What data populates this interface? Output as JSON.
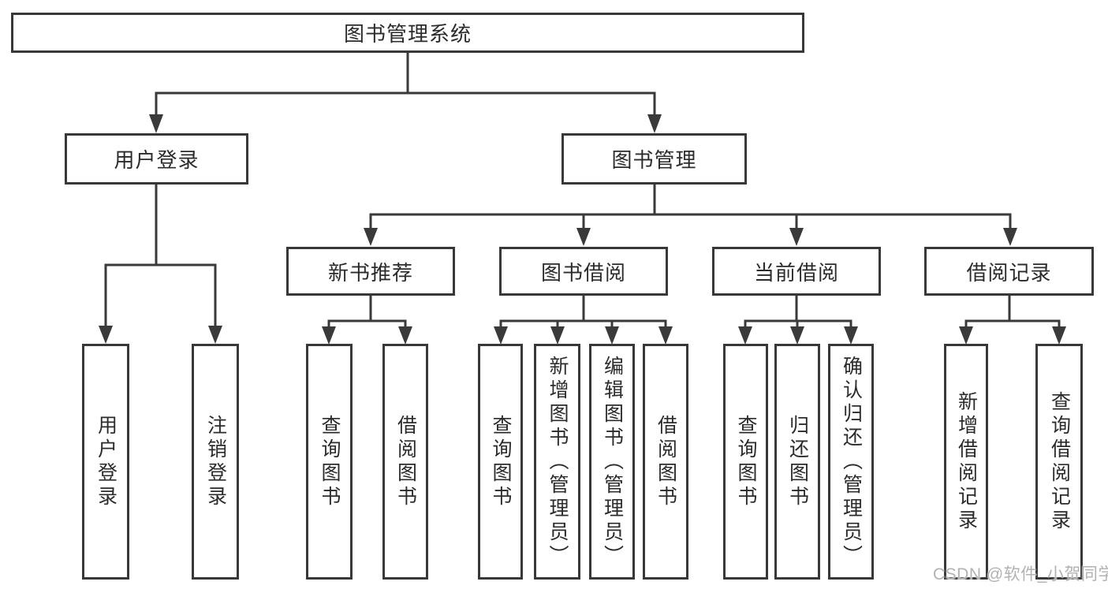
{
  "root": {
    "label": "图书管理系统"
  },
  "branches": {
    "user_login": {
      "label": "用户登录",
      "children": [
        {
          "label": "用户登录"
        },
        {
          "label": "注销登录"
        }
      ]
    },
    "book_management": {
      "label": "图书管理",
      "children": [
        {
          "label": "新书推荐",
          "children": [
            {
              "label": "查询图书"
            },
            {
              "label": "借阅图书"
            }
          ]
        },
        {
          "label": "图书借阅",
          "children": [
            {
              "label": "查询图书"
            },
            {
              "label": "新增图书（管理员）"
            },
            {
              "label": "编辑图书（管理员）"
            },
            {
              "label": "借阅图书"
            }
          ]
        },
        {
          "label": "当前借阅",
          "children": [
            {
              "label": "查询图书"
            },
            {
              "label": "归还图书"
            },
            {
              "label": "确认归还（管理员）"
            }
          ]
        },
        {
          "label": "借阅记录",
          "children": [
            {
              "label": "新增借阅记录"
            },
            {
              "label": "查询借阅记录"
            }
          ]
        }
      ]
    }
  },
  "watermark": "CSDN @软件_小贺同学",
  "colors": {
    "line": "#3a3a3a",
    "border": "#383838",
    "text": "#2b2b2b",
    "background": "#ffffff",
    "watermark_text": "#b2b2b2"
  }
}
